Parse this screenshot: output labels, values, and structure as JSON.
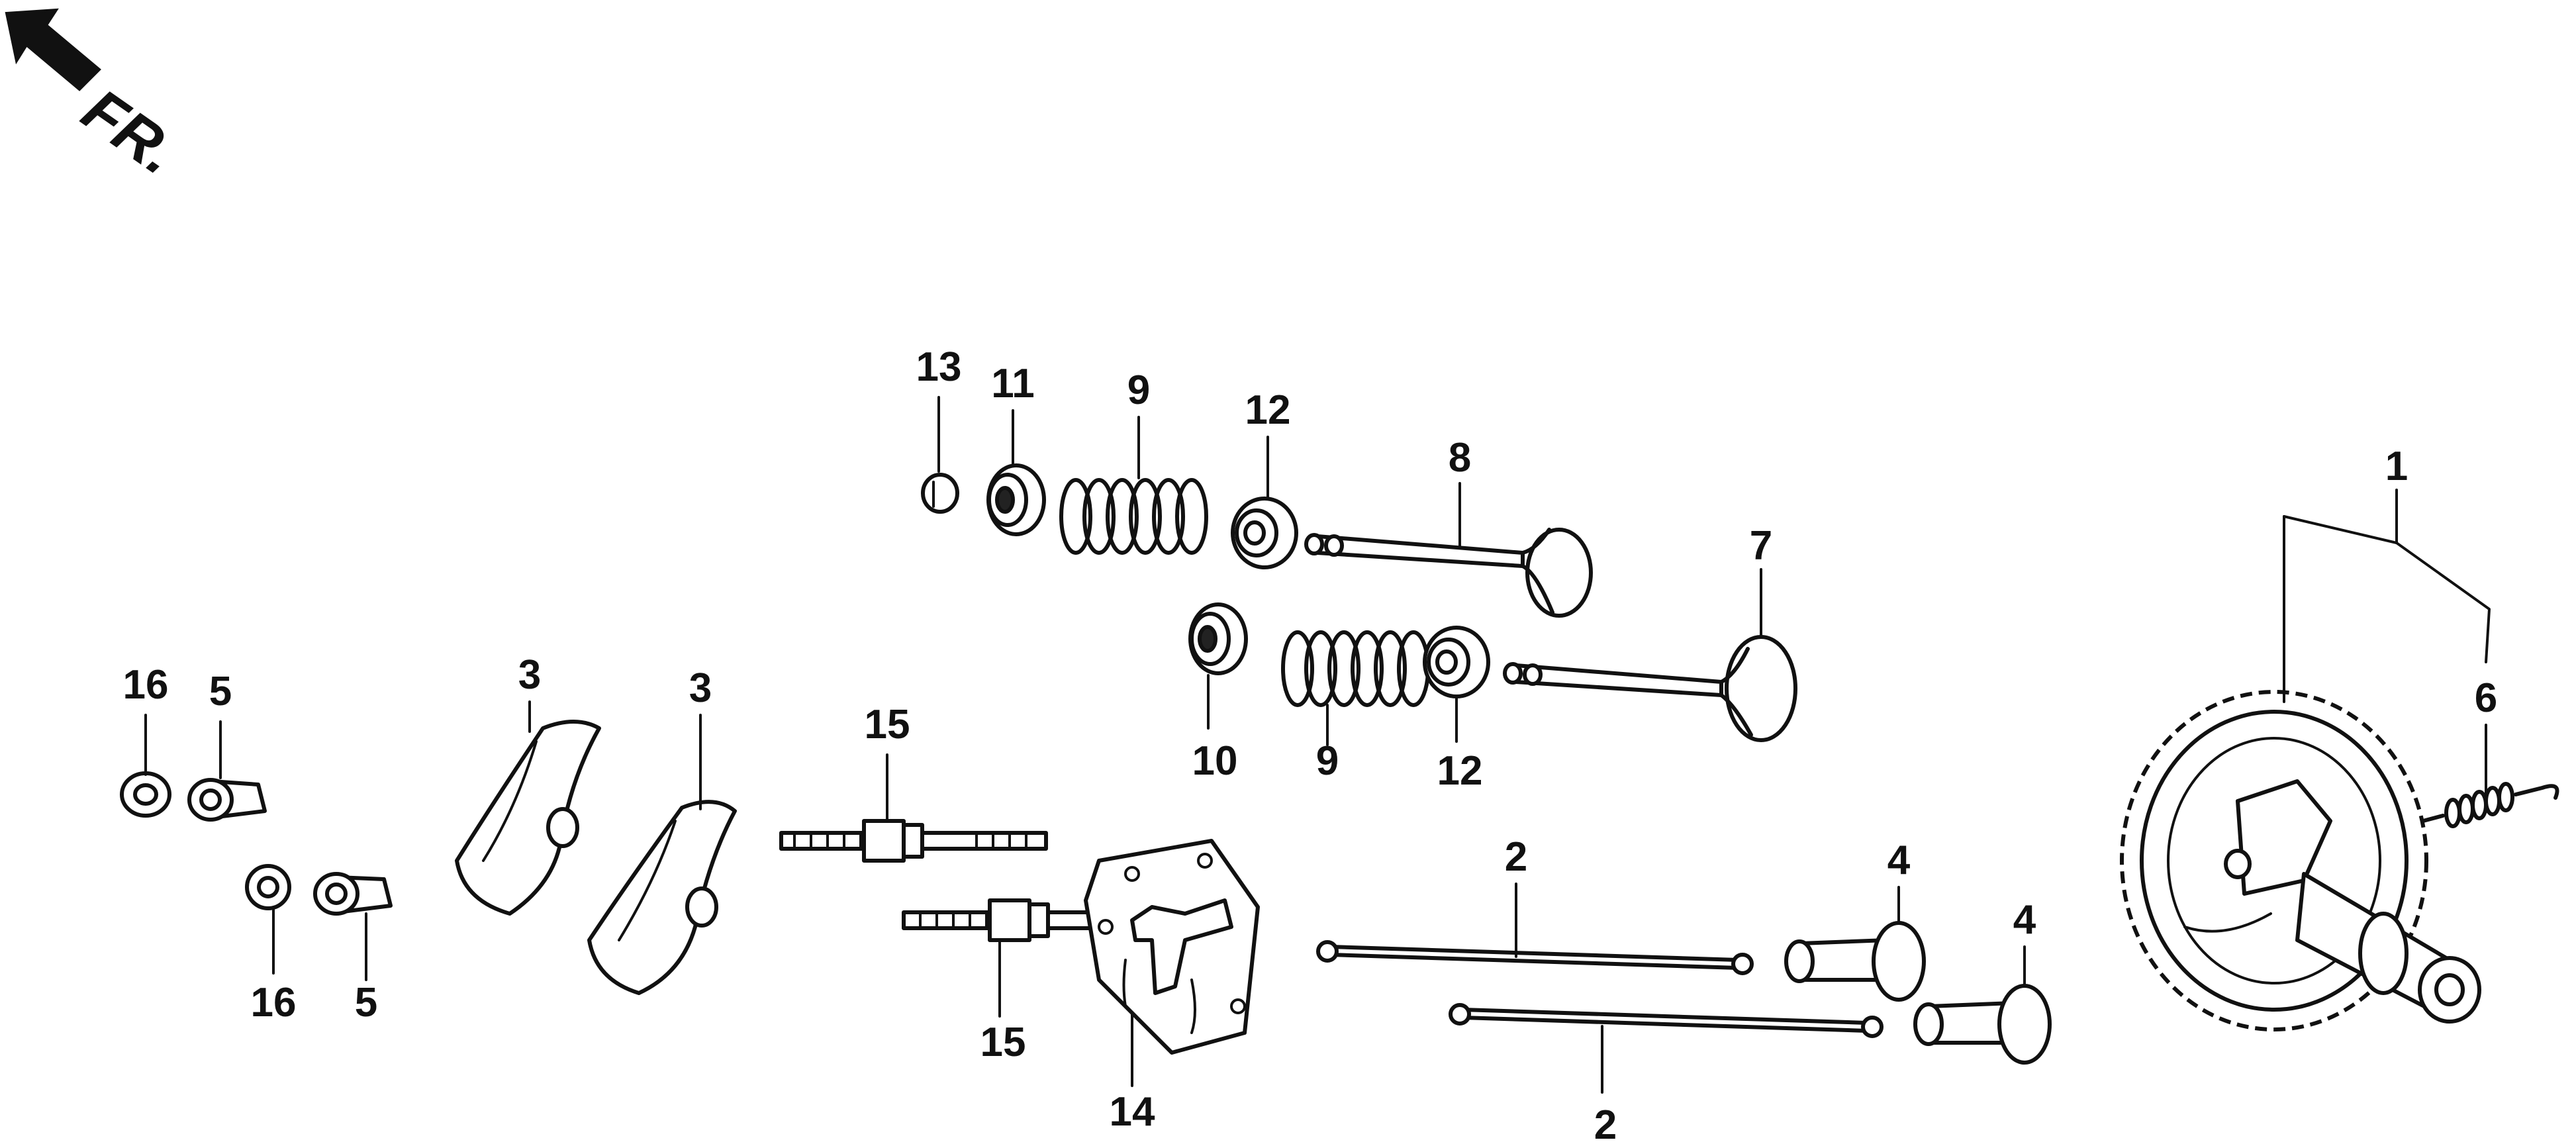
{
  "direction_label": "FR.",
  "callouts": {
    "c1": "1",
    "c2a": "2",
    "c2b": "2",
    "c3a": "3",
    "c3b": "3",
    "c4a": "4",
    "c4b": "4",
    "c5a": "5",
    "c5b": "5",
    "c6": "6",
    "c7": "7",
    "c8": "8",
    "c9a": "9",
    "c9b": "9",
    "c10": "10",
    "c11": "11",
    "c12a": "12",
    "c12b": "12",
    "c13": "13",
    "c14": "14",
    "c15a": "15",
    "c15b": "15",
    "c16a": "16",
    "c16b": "16"
  },
  "colors": {
    "ink": "#111111",
    "background": "#ffffff"
  },
  "icons": {
    "direction": "arrow-up-left-icon"
  }
}
